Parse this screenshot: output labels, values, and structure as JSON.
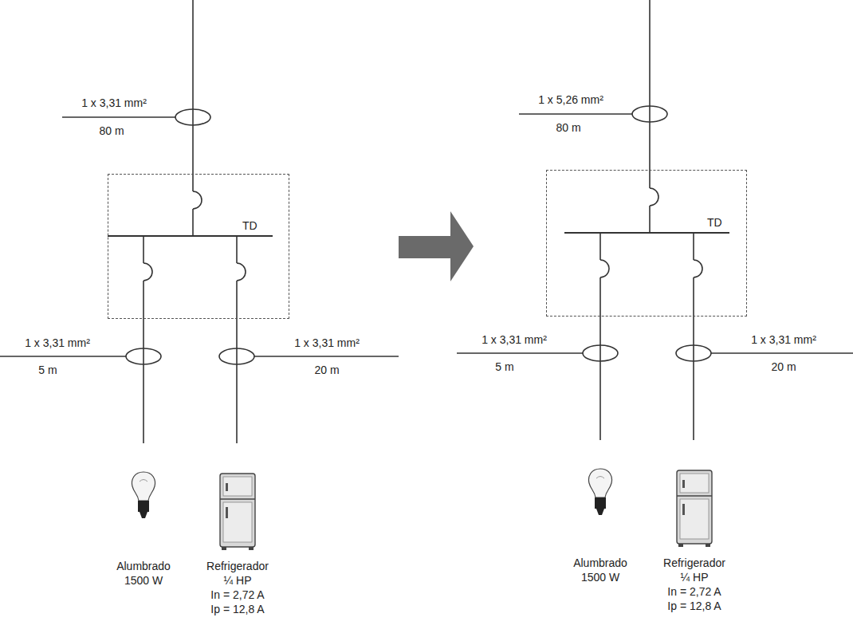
{
  "diagram": {
    "nodes": [
      {
        "text": [
          "TD"
        ]
      },
      {
        "text": [
          "TD"
        ]
      }
    ],
    "labels": [
      "1 x 3,31 mm²",
      "80 m",
      "1 x 3,31 mm²",
      "5 m",
      "1 x 3,31 mm²",
      "20 m",
      "Alumbrado",
      "1500 W",
      "Refrigerador",
      "¼ HP",
      "In = 2,72 A",
      "Ip = 12,8 A",
      "1 x 5,26 mm²",
      "80 m",
      "1 x 3,31 mm²",
      "5 m",
      "1 x 3,31 mm²",
      "20 m",
      "Alumbrado",
      "1500 W",
      "Refrigerador",
      "¼ HP",
      "In = 2,72 A",
      "Ip = 12,8 A"
    ]
  }
}
